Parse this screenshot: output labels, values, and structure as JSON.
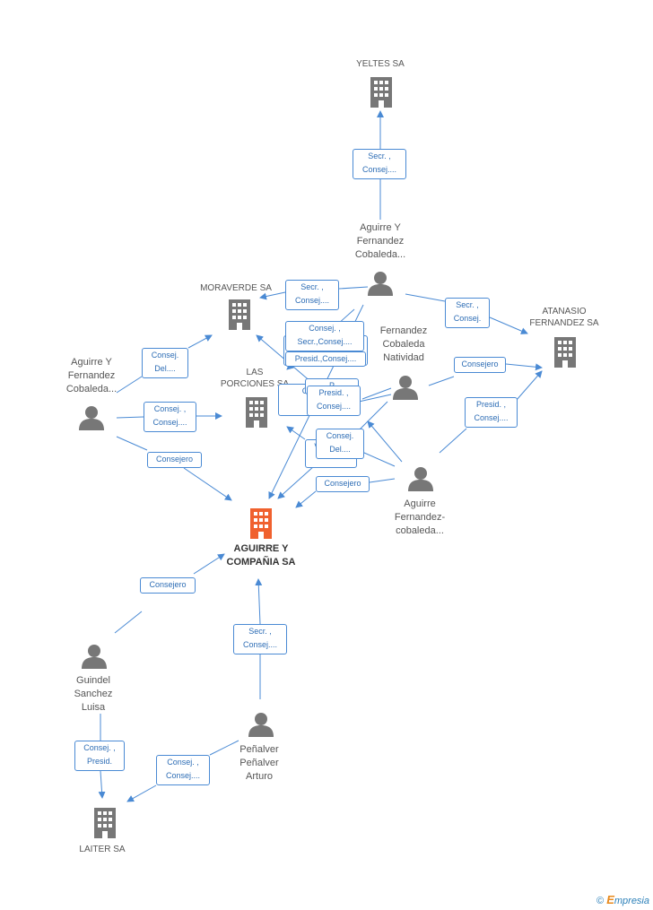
{
  "colors": {
    "edge": "#4a8ad4",
    "edge_text": "#2d6db5",
    "node_gray": "#777777",
    "main_orange": "#f0612e"
  },
  "companies": {
    "yeltes": "YELTES SA",
    "moraverde": "MORAVERDE SA",
    "las_porciones": "LAS\nPORCIONES SA",
    "atanasio": "ATANASIO\nFERNANDEZ SA",
    "aguirre_compania": "AGUIRRE Y\nCOMPAÑIA SA",
    "laiter": "LAITER SA"
  },
  "people": {
    "aguirre_fernandez_top": "Aguirre Y\nFernandez\nCobaleda...",
    "aguirre_fernandez_left": "Aguirre Y\nFernandez\nCobaleda...",
    "fernandez_cobaleda": "Fernandez\nCobaleda\nNatividad",
    "aguirre_fernandez_cobaleda": "Aguirre\nFernandez-\ncobaleda...",
    "guindel": "Guindel\nSanchez\nLuisa",
    "penalver": "Peñalver\nPeñalver\nArturo"
  },
  "edge_labels": {
    "top_yeltes": "Secr. ,\nConsej....",
    "top_moraverde": "Secr. ,\nConsej....",
    "top_atanasio": "Secr. ,\nConsej.",
    "mid_consej_secr": "Consej. ,\nSecr.,Consej....",
    "mid_presid_consej": "Presid.,Consej....",
    "left_moraverde": "Consej.\nDel....",
    "left_porciones": "Consej. ,\nConsej....",
    "left_consejero": "Consejero",
    "fcn_atanasio": "Consejero",
    "fcn_presid": "Presid. ,\nConsej....",
    "partial_c": "C",
    "partial_p": "P",
    "partial_c2": "C",
    "partial_vice": "Vicepres.",
    "afc_consej_del": "Consej.\nDel....",
    "afc_consejero": "Consejero",
    "afc_atanasio": "Presid. ,\nConsej....",
    "guindel_aguirre": "Consejero",
    "guindel_laiter": "Consej. ,\nPresid.",
    "penalver_aguirre": "Secr. ,\nConsej....",
    "penalver_laiter": "Consej. ,\nConsej...."
  },
  "brand": {
    "copyright": "©",
    "first": "E",
    "rest": "mpresia"
  }
}
